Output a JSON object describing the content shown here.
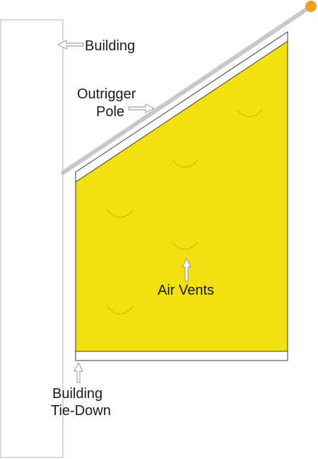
{
  "labels": {
    "building": "Building",
    "outrigger_line1": "Outrigger",
    "outrigger_line2": "Pole",
    "air_vents": "Air Vents",
    "tiedown_line1": "Building",
    "tiedown_line2": "Tie-Down"
  },
  "colors": {
    "banner_fill": "#f3e00f",
    "pole": "#c8c8c8",
    "pole_tip": "#f0a020",
    "building_outline": "#b4b4b4",
    "frame_outline": "#3a3a3a"
  },
  "vent_count": 5
}
